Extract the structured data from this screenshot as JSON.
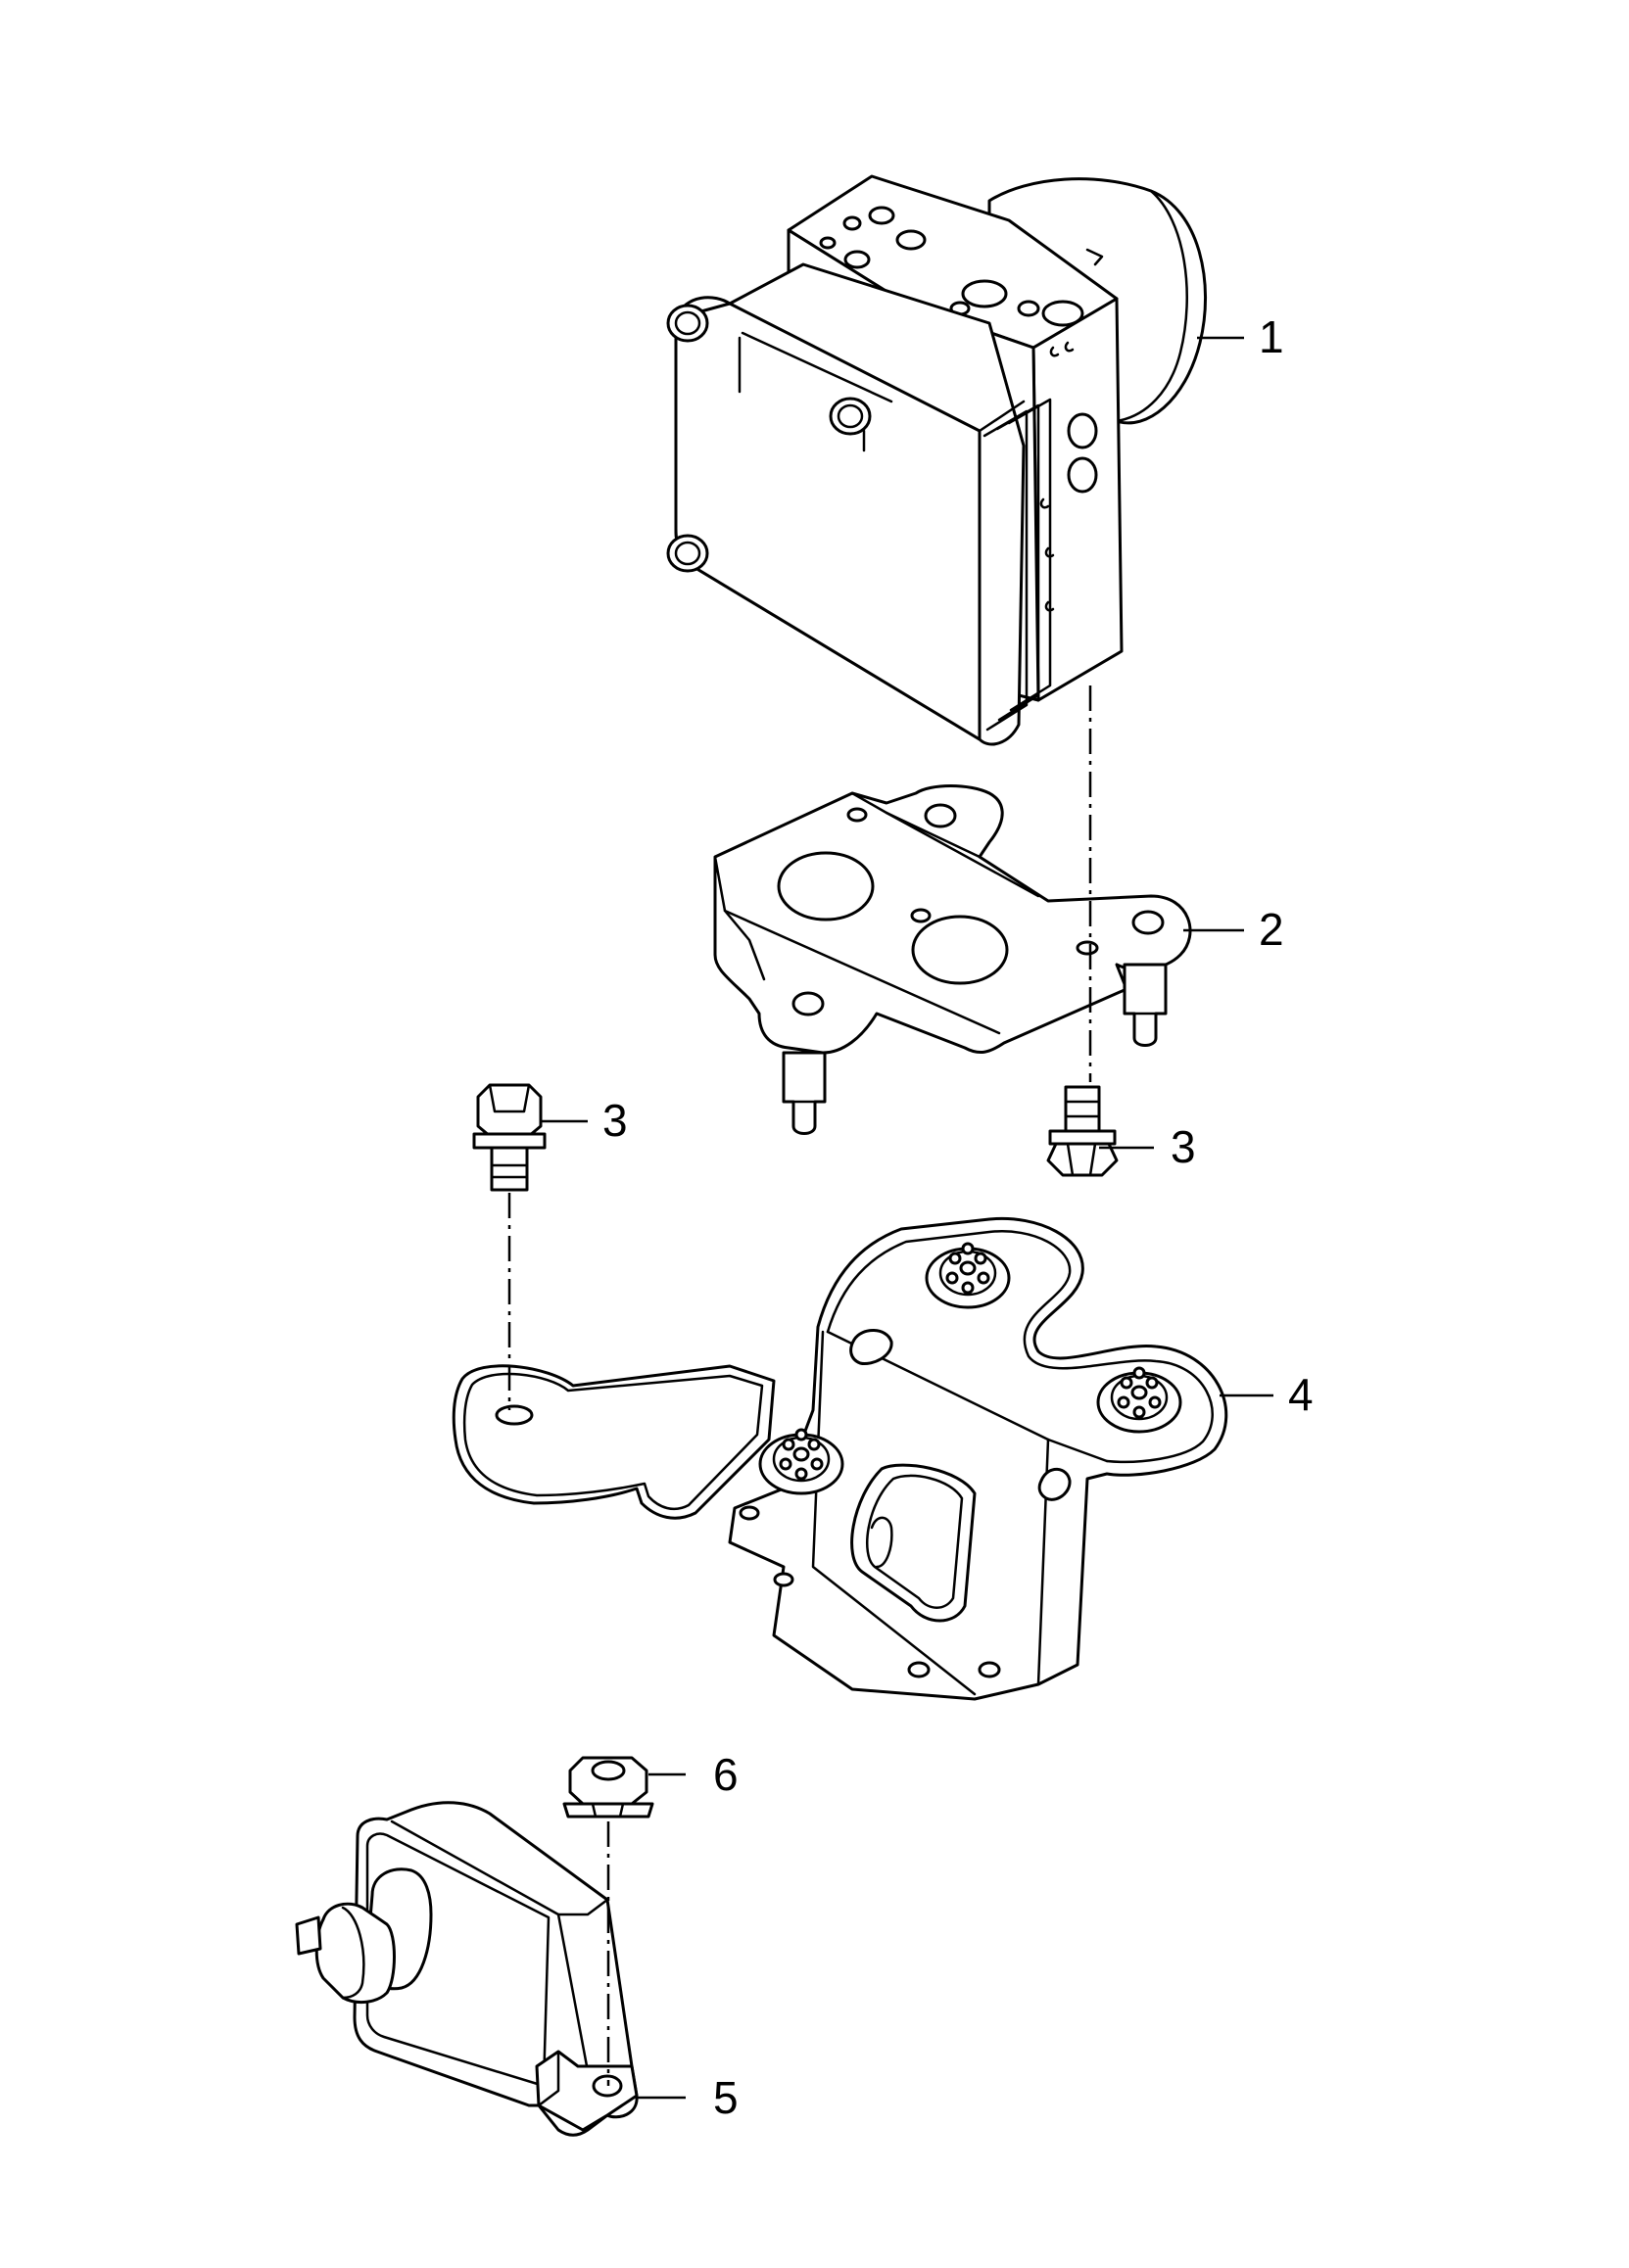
{
  "callouts": [
    {
      "id": "part-1",
      "label": "1"
    },
    {
      "id": "part-2",
      "label": "2"
    },
    {
      "id": "part-3a",
      "label": "3"
    },
    {
      "id": "part-3b",
      "label": "3"
    },
    {
      "id": "part-4",
      "label": "4"
    },
    {
      "id": "part-5",
      "label": "5"
    },
    {
      "id": "part-6",
      "label": "6"
    }
  ],
  "colors": {
    "line": "#000000",
    "background": "#ffffff"
  }
}
